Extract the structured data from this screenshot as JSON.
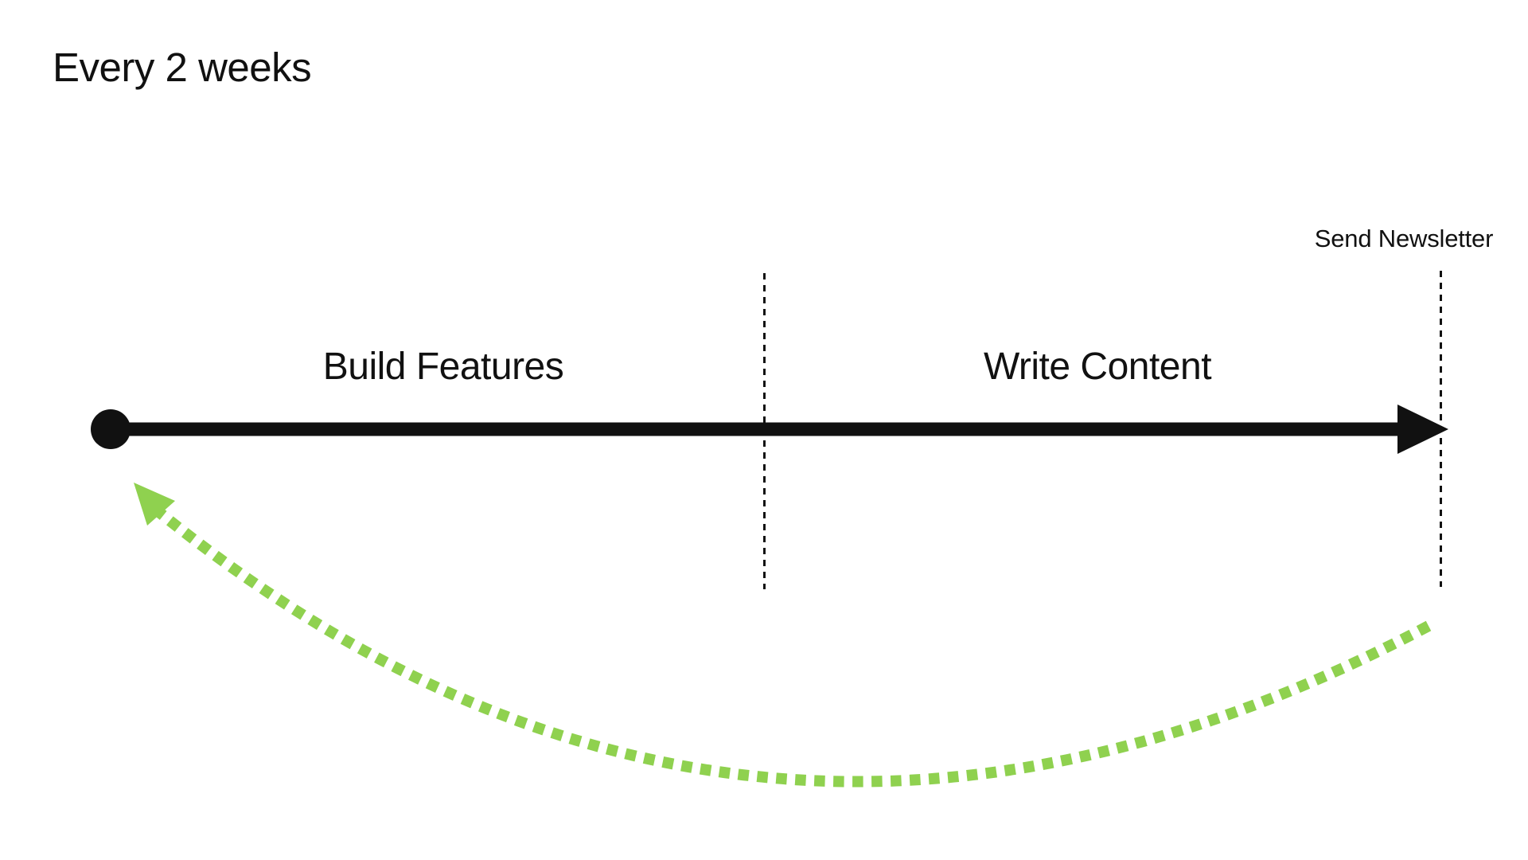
{
  "colors": {
    "background": "#ffffff",
    "ink": "#111111",
    "loop_green": "#8FD14F"
  },
  "title": "Every 2 weeks",
  "timeline": {
    "direction": "left-to-right",
    "phases": [
      {
        "label": "Build Features"
      },
      {
        "label": "Write Content"
      }
    ],
    "milestone": {
      "label": "Send Newsletter"
    }
  },
  "loop_arrow": {
    "style": "dashed",
    "description": "green dashed arrow looping from Send Newsletter marker back to the timeline start"
  }
}
